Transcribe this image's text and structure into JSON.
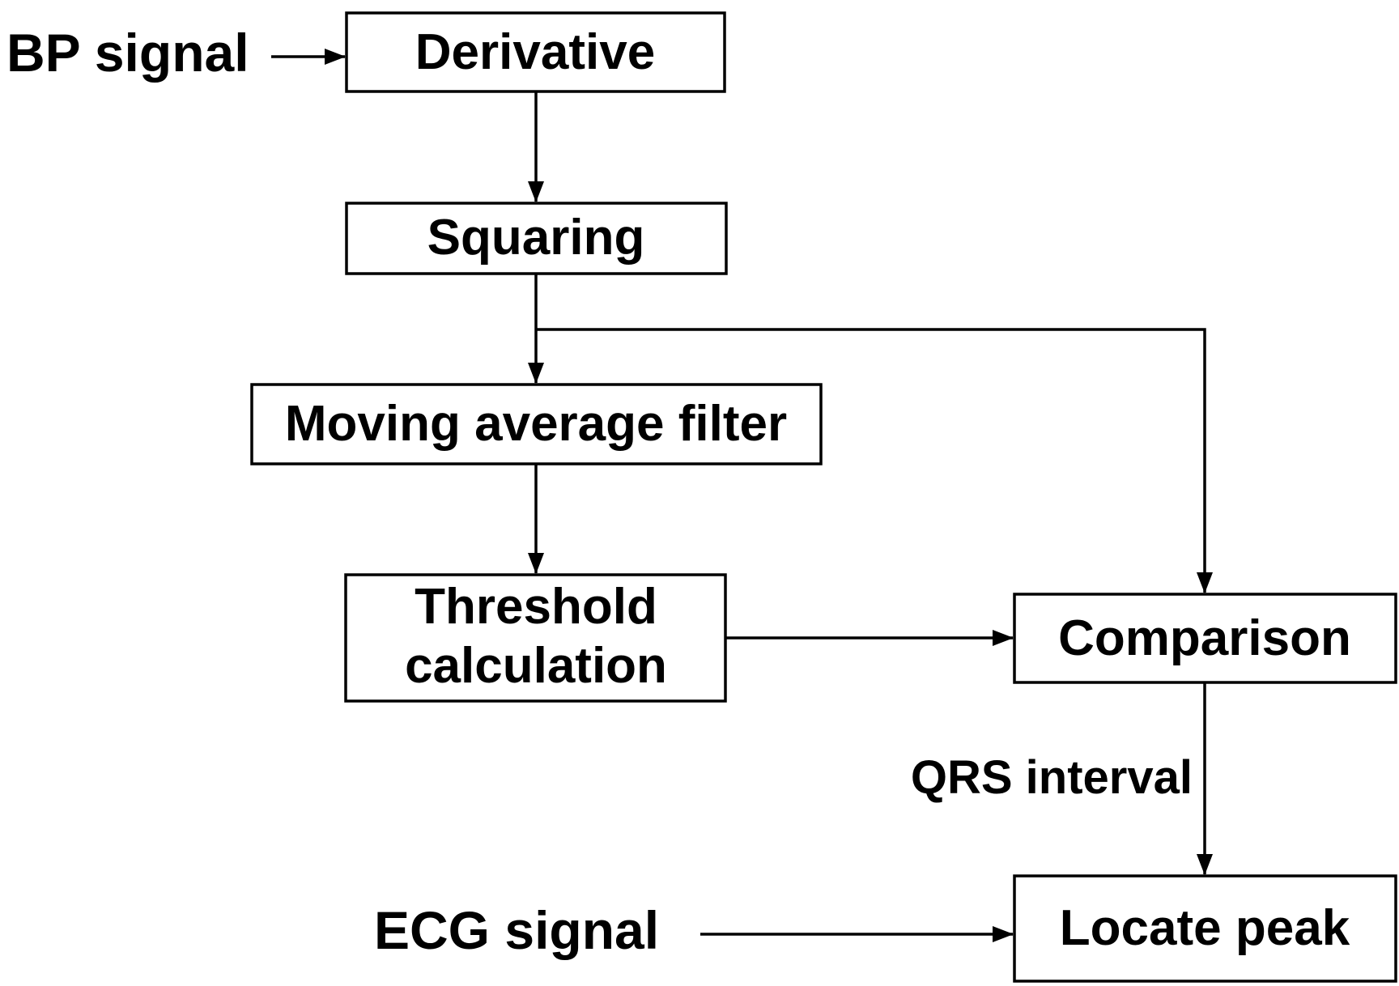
{
  "inputs": {
    "bp_signal": "BP signal",
    "ecg_signal": "ECG signal"
  },
  "nodes": {
    "derivative": "Derivative",
    "squaring": "Squaring",
    "moving_average": "Moving average filter",
    "threshold_line1": "Threshold",
    "threshold_line2": "calculation",
    "comparison": "Comparison",
    "locate_peak": "Locate peak"
  },
  "edges": {
    "qrs_interval": "QRS interval"
  },
  "colors": {
    "stroke": "#000000",
    "background": "#ffffff"
  }
}
